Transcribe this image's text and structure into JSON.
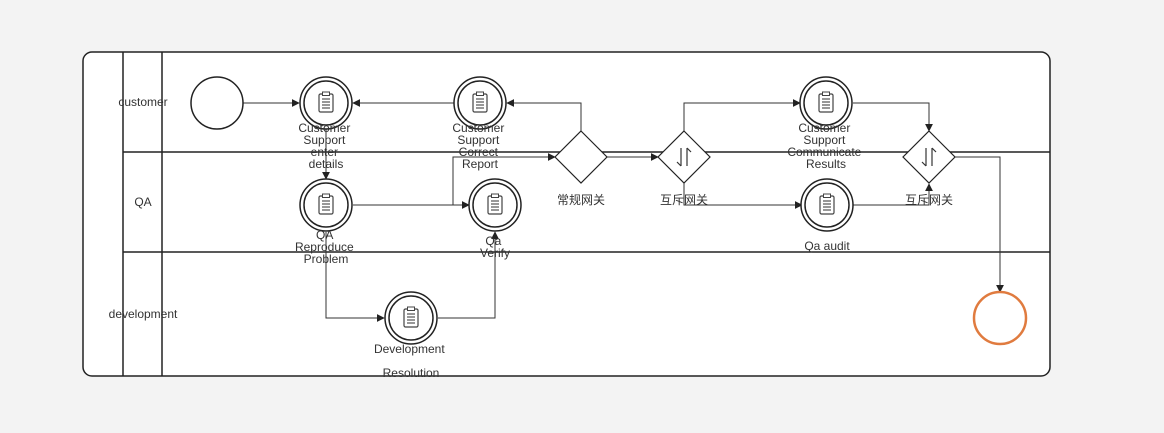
{
  "lanes": [
    {
      "id": "customer",
      "label": "customer"
    },
    {
      "id": "qa",
      "label": "QA"
    },
    {
      "id": "development",
      "label": "development"
    }
  ],
  "tasks": [
    {
      "id": "t1",
      "lines": [
        "Customer",
        "Support",
        "enter",
        "details"
      ]
    },
    {
      "id": "t2",
      "lines": [
        "Customer",
        "Support",
        "Correct",
        "Report"
      ]
    },
    {
      "id": "t3",
      "lines": [
        "Customer",
        "Support",
        "Communicate",
        "Results"
      ]
    },
    {
      "id": "t4",
      "lines": [
        "QA",
        "Reproduce",
        "Problem"
      ]
    },
    {
      "id": "t5",
      "lines": [
        "Qa",
        "Verify"
      ]
    },
    {
      "id": "t6",
      "lines": [
        "Qa audit"
      ]
    },
    {
      "id": "t7",
      "lines": [
        "Development",
        "",
        "Resolution"
      ]
    }
  ],
  "gateways": [
    {
      "id": "g1",
      "type": "regular",
      "label": "常规网关"
    },
    {
      "id": "g2",
      "type": "exclusive",
      "label": "互斥网关"
    },
    {
      "id": "g3",
      "type": "exclusive",
      "label": "互斥网关"
    }
  ],
  "events": [
    {
      "id": "start",
      "type": "start",
      "color": "#222222"
    },
    {
      "id": "end",
      "type": "end",
      "color": "#e07b3f"
    }
  ],
  "colors": {
    "stroke": "#222222",
    "end_event": "#e07b3f",
    "background": "#f3f3f3",
    "pool_fill": "#ffffff"
  }
}
